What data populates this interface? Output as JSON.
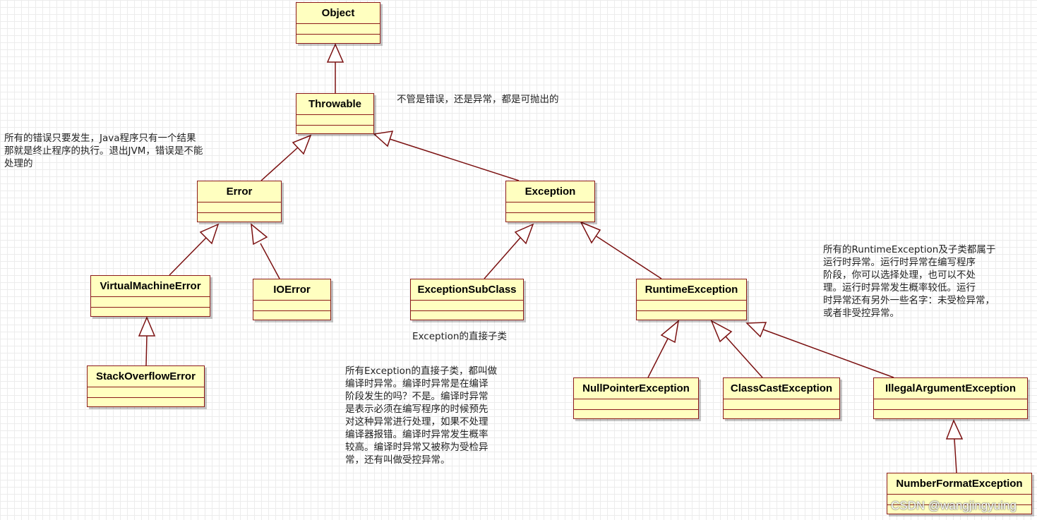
{
  "classes": {
    "object": "Object",
    "throwable": "Throwable",
    "error": "Error",
    "exception": "Exception",
    "virtual_machine_error": "VirtualMachineError",
    "io_error": "IOError",
    "exception_sub_class": "ExceptionSubClass",
    "runtime_exception": "RuntimeException",
    "stack_overflow_error": "StackOverflowError",
    "null_pointer_exception": "NullPointerException",
    "class_cast_exception": "ClassCastException",
    "illegal_argument_exception": "IllegalArgumentException",
    "number_format_exception": "NumberFormatException"
  },
  "notes": {
    "throwable_note": "不管是错误，还是异常，都是可抛出的",
    "error_note": "所有的错误只要发生，Java程序只有一个结果\n那就是终止程序的执行。退出JVM，错误是不能\n处理的",
    "subclass_label": "Exception的直接子类",
    "checked_note": "所有Exception的直接子类，都叫做\n编译时异常。编译时异常是在编译\n阶段发生的吗？不是。编译时异常\n是表示必须在编写程序的时候预先\n对这种异常进行处理，如果不处理\n编译器报错。编译时异常发生概率\n较高。编译时异常又被称为受检异\n常，还有叫做受控异常。",
    "runtime_note": "所有的RuntimeException及子类都属于\n运行时异常。运行时异常在编写程序\n阶段，你可以选择处理，也可以不处\n理。运行时异常发生概率较低。运行\n时异常还有另外一些名字：未受检异常，\n或者非受控异常。"
  },
  "watermark": "CSDN @wangjingyuing",
  "colors": {
    "class_fill": "#ffffc0",
    "class_border": "#8b1a1a",
    "line": "#7a1010",
    "grid": "#ececec"
  }
}
